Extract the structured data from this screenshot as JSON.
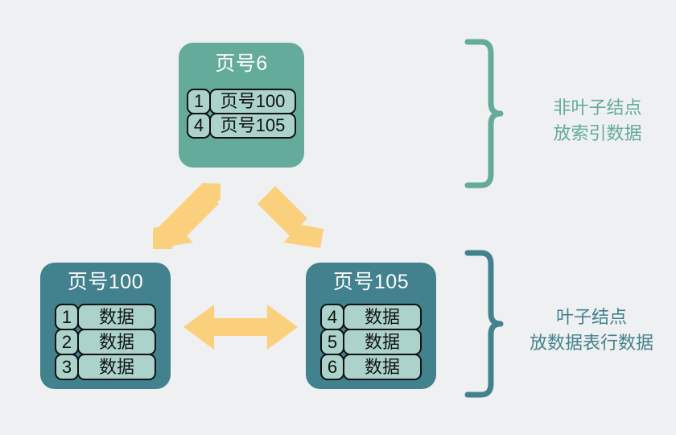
{
  "diagram": {
    "title_semantic": "b-plus-tree-structure",
    "background_color": "#eff0f2",
    "colors": {
      "root_node": "#64ab9c",
      "leaf_node": "#42818e",
      "cell_fill": "#abd3cc",
      "cell_border": "#111111",
      "arrow": "#fbd07c",
      "upper_annotation": "#64ab9c",
      "lower_annotation": "#42818e",
      "node_title_text": "#ffffff"
    }
  },
  "root_node": {
    "title": "页号6",
    "rows": [
      {
        "key": "1",
        "value": "页号100"
      },
      {
        "key": "4",
        "value": "页号105"
      }
    ]
  },
  "leaf_nodes": [
    {
      "title": "页号100",
      "rows": [
        {
          "key": "1",
          "value": "数据"
        },
        {
          "key": "2",
          "value": "数据"
        },
        {
          "key": "3",
          "value": "数据"
        }
      ]
    },
    {
      "title": "页号105",
      "rows": [
        {
          "key": "4",
          "value": "数据"
        },
        {
          "key": "5",
          "value": "数据"
        },
        {
          "key": "6",
          "value": "数据"
        }
      ]
    }
  ],
  "arrows": [
    {
      "name": "arrow-root-to-left-leaf",
      "direction": "down-left"
    },
    {
      "name": "arrow-root-to-right-leaf",
      "direction": "down-right"
    },
    {
      "name": "arrow-leaf-sibling-link",
      "direction": "double-horizontal"
    }
  ],
  "annotations": {
    "upper": {
      "line1": "非叶子结点",
      "line2": "放索引数据"
    },
    "lower": {
      "line1": "叶子结点",
      "line2": "放数据表行数据"
    }
  }
}
